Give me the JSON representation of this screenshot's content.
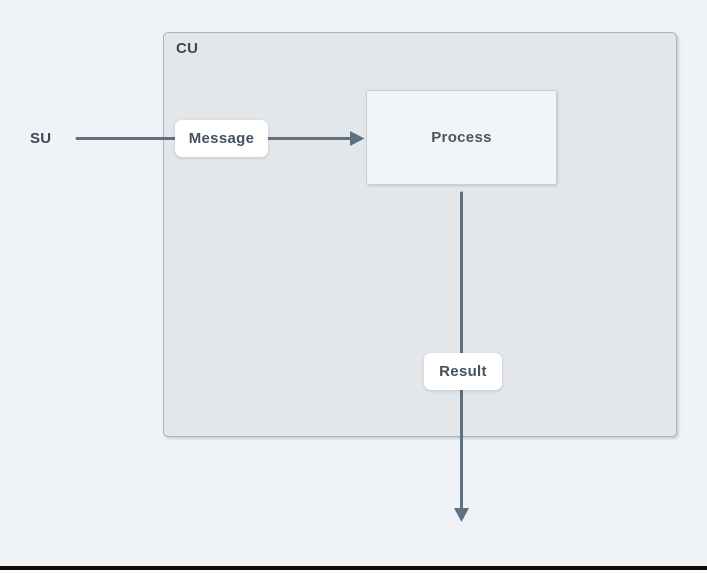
{
  "diagram": {
    "container": {
      "label": "CU"
    },
    "actor": {
      "label": "SU"
    },
    "process": {
      "label": "Process"
    },
    "edges": {
      "message": {
        "label": "Message",
        "direction": "right",
        "from": "SU",
        "to": "Process"
      },
      "result": {
        "label": "Result",
        "direction": "down",
        "from": "Process"
      }
    },
    "colors": {
      "background": "#eff2f6",
      "container_fill": "#e3e7ea",
      "container_border": "#a6b3c2",
      "node_fill": "#f2f5f8",
      "node_border": "#c7d0da",
      "arrow": "#5f7081",
      "text": "#3d4755",
      "edge_label_bg": "#ffffff",
      "bottom_bar": "#0b0b0b"
    }
  }
}
